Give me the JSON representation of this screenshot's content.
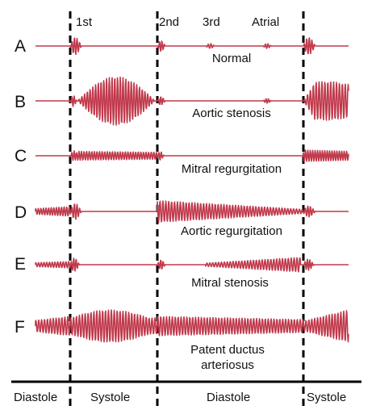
{
  "top_labels": {
    "first": "1st",
    "second": "2nd",
    "third": "3rd",
    "atrial": "Atrial"
  },
  "rows": [
    {
      "letter": "A",
      "caption": "Normal",
      "caption2": ""
    },
    {
      "letter": "B",
      "caption": "Aortic stenosis",
      "caption2": ""
    },
    {
      "letter": "C",
      "caption": "Mitral regurgitation",
      "caption2": ""
    },
    {
      "letter": "D",
      "caption": "Aortic regurgitation",
      "caption2": ""
    },
    {
      "letter": "E",
      "caption": "Mitral stenosis",
      "caption2": ""
    },
    {
      "letter": "F",
      "caption": "Patent ductus",
      "caption2": "arteriosus"
    }
  ],
  "phases": {
    "p1": "Diastole",
    "p2": "Systole",
    "p3": "Diastole",
    "p4": "Systole"
  },
  "colors": {
    "waveform": "#c0394b",
    "lines": "#000000"
  }
}
